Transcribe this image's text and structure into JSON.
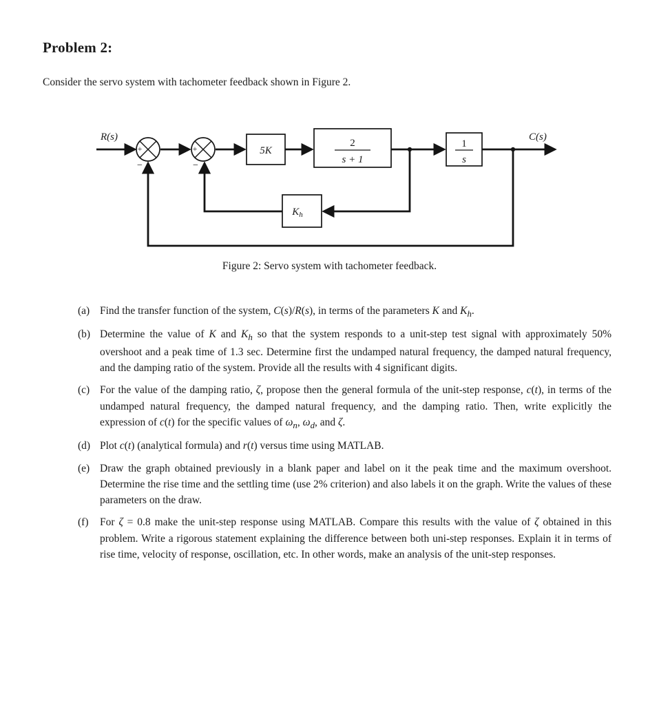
{
  "page": {
    "title": "Problem 2:",
    "intro": "Consider the servo system with tachometer feedback shown in Figure 2.",
    "figure_caption": "Figure 2: Servo system with tachometer feedback."
  },
  "diagram": {
    "input_label": "R(s)",
    "output_label": "C(s)",
    "sum1_plus": "+",
    "sum1_minus": "−",
    "sum2_plus": "+",
    "sum2_minus": "−",
    "gain_label": "5K",
    "plant_num": "2",
    "plant_den": "s + 1",
    "integrator_num": "1",
    "integrator_den": "s",
    "tach_base": "K",
    "tach_sub": "h"
  },
  "items": [
    {
      "label": "(a)",
      "html": "Find the transfer function of the system, <i>C</i>(<i>s</i>)/<i>R</i>(<i>s</i>), in terms of the parameters <i>K</i> and <i>K</i><sub><i>h</i></sub>."
    },
    {
      "label": "(b)",
      "html": "Determine the value of <i>K</i> and <i>K</i><sub><i>h</i></sub> so that the system responds to a unit-step test signal with approximately 50% overshoot and a peak time of 1.3 sec. Determine first the undamped natural frequency, the damped natural frequency, and the damping ratio of the system. Provide all the results with 4 significant digits."
    },
    {
      "label": "(c)",
      "html": "For the value of the damping ratio, <i>ζ</i>, propose then the general formula of the unit-step response, <i>c</i>(<i>t</i>), in terms of the undamped natural frequency, the damped natural frequency, and the damping ratio. Then, write explicitly the expression of <i>c</i>(<i>t</i>) for the specific values of <i>ω</i><sub><i>n</i></sub>, <i>ω</i><sub><i>d</i></sub>, and <i>ζ</i>."
    },
    {
      "label": "(d)",
      "html": "Plot <i>c</i>(<i>t</i>) (analytical formula) and <i>r</i>(<i>t</i>) versus time using MATLAB."
    },
    {
      "label": "(e)",
      "html": "Draw the graph obtained previously in a blank paper and label on it the peak time and the maximum overshoot. Determine the rise time and the settling time (use 2% criterion) and also labels it on the graph. Write the values of these parameters on the draw."
    },
    {
      "label": "(f)",
      "html": "For <i>ζ</i> = 0.8 make the unit-step response using MATLAB. Compare this results with the value of <i>ζ</i> obtained in this problem. Write a rigorous statement explaining the difference between both uni-step responses. Explain it in terms of rise time, velocity of response, oscillation, etc. In other words, make an analysis of the unit-step responses."
    }
  ]
}
